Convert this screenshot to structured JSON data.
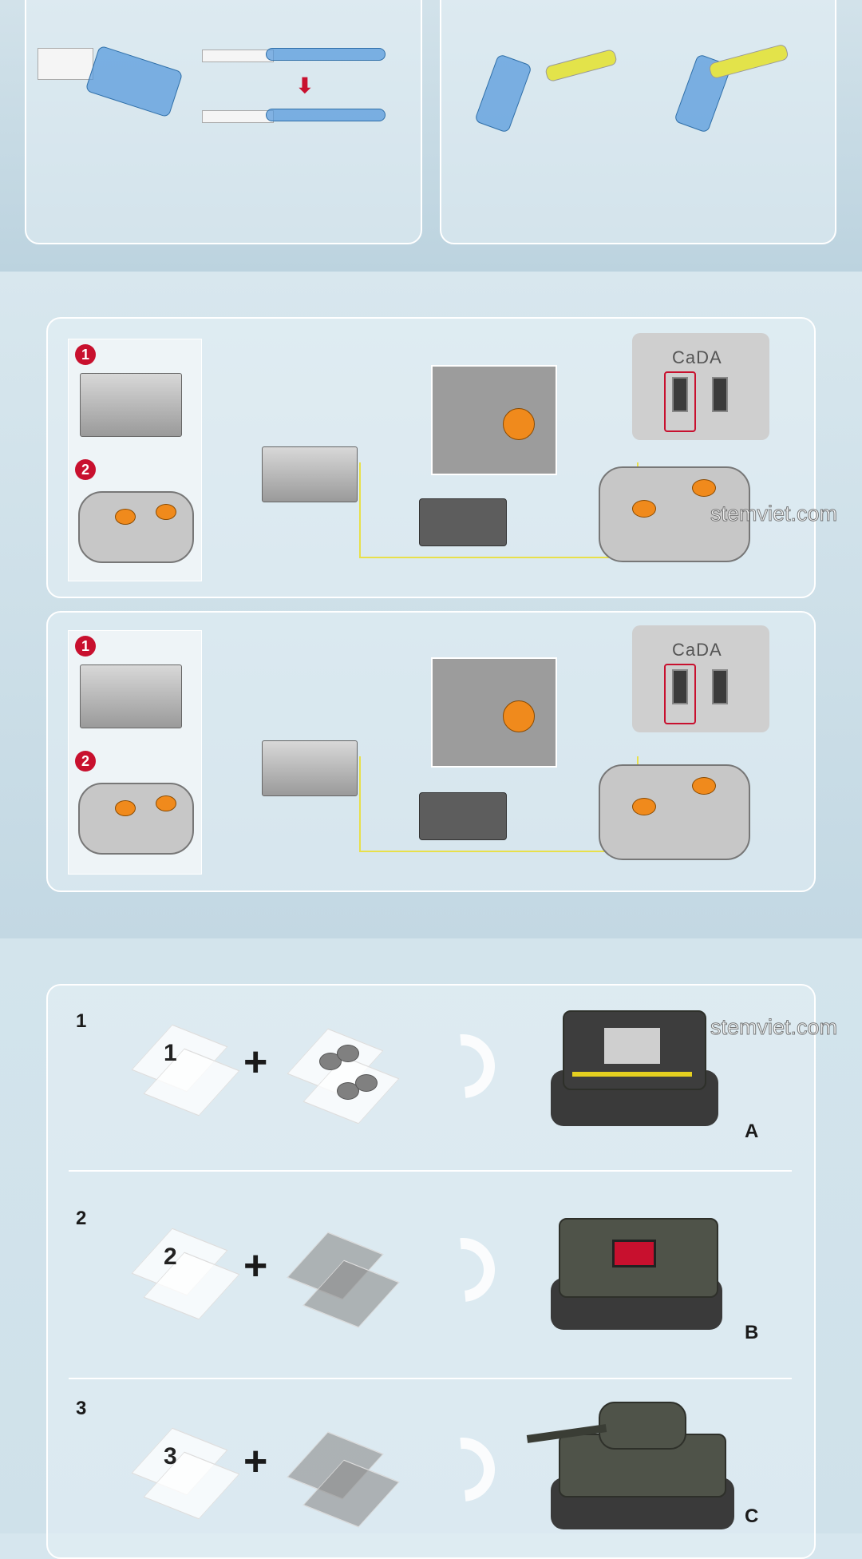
{
  "watermark": "stemviet.com",
  "controller_brand": "CaDA",
  "steps": [
    {
      "badge": "1"
    },
    {
      "badge": "2"
    }
  ],
  "build_rows": [
    {
      "step": "1",
      "bag_label": "1",
      "plus": "+",
      "result": "A"
    },
    {
      "step": "2",
      "bag_label": "2",
      "plus": "+",
      "result": "B"
    },
    {
      "step": "3",
      "bag_label": "3",
      "plus": "+",
      "result": "C"
    }
  ],
  "colors": {
    "accent_red": "#c8102e",
    "orange": "#f08a1c",
    "wire_yellow": "#e8e04a"
  }
}
